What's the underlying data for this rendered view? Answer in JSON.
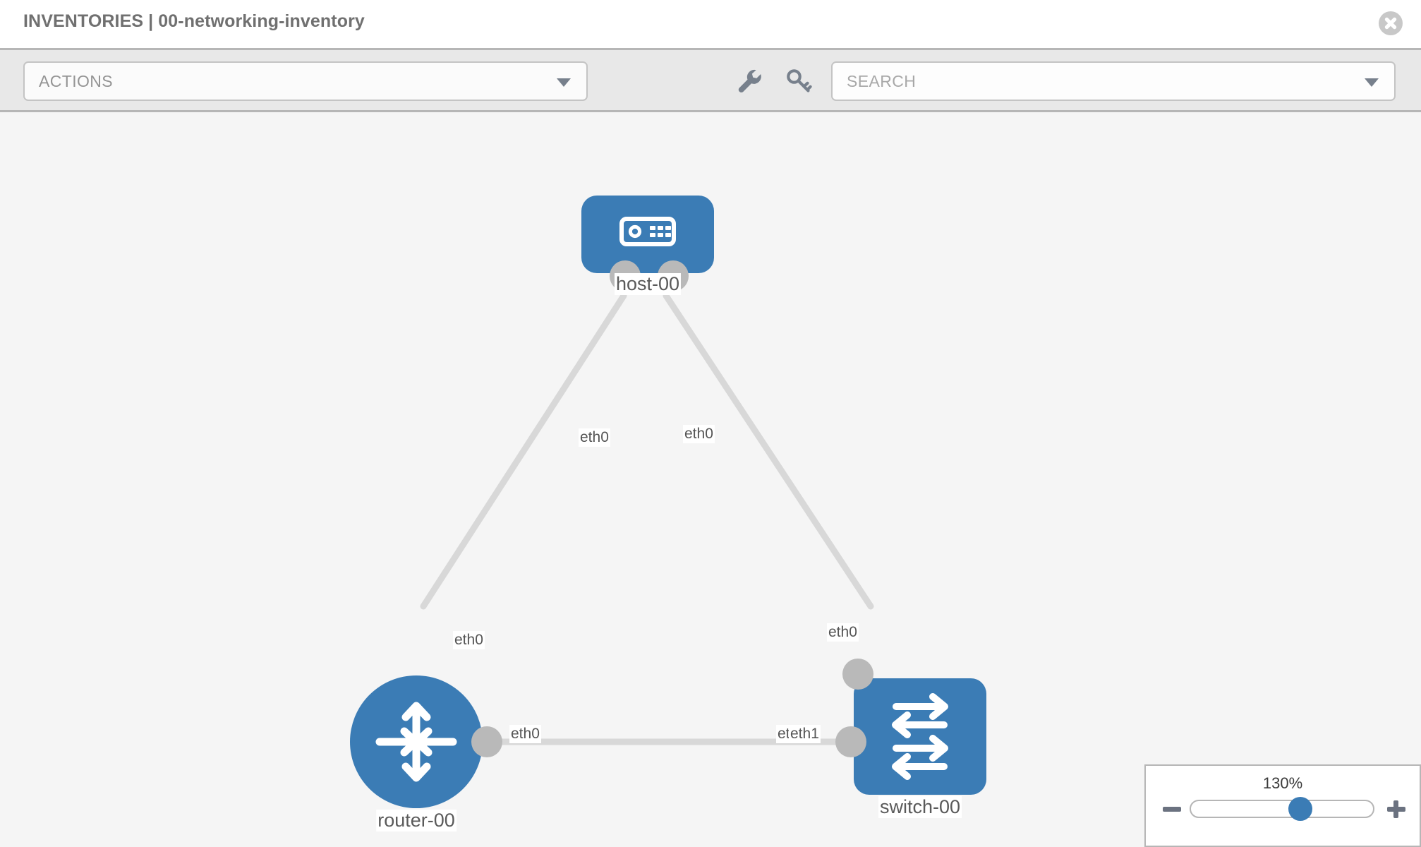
{
  "header": {
    "title": "INVENTORIES | 00-networking-inventory",
    "close_icon": "close-circle-icon"
  },
  "toolbar": {
    "actions_label": "ACTIONS",
    "actions_caret_icon": "chevron-down-icon",
    "wrench_icon": "wrench-icon",
    "key_icon": "key-icon",
    "search_placeholder": "SEARCH",
    "search_value": "",
    "search_caret_icon": "chevron-down-icon"
  },
  "topology": {
    "accent_color": "#3b7cb5",
    "port_color": "#b9b9b9",
    "link_color": "#d8d8d8",
    "canvas_color": "#f5f5f5",
    "nodes": [
      {
        "id": "host-00",
        "label": "host-00",
        "type": "host",
        "icon": "server-appliance-icon"
      },
      {
        "id": "router-00",
        "label": "router-00",
        "type": "router",
        "icon": "router-four-arrows-icon"
      },
      {
        "id": "switch-00",
        "label": "switch-00",
        "type": "switch",
        "icon": "switch-arrows-icon"
      }
    ],
    "interfaces": {
      "host_left": "eth0",
      "host_right": "eth0",
      "router_up": "eth0",
      "router_right": "eth0",
      "switch_up": "eth0",
      "switch_left_under": "eth0",
      "switch_left_over": "eth1"
    },
    "links": [
      {
        "from": "host-00",
        "from_iface": "eth0",
        "to": "router-00",
        "to_iface": "eth0"
      },
      {
        "from": "host-00",
        "from_iface": "eth0",
        "to": "switch-00",
        "to_iface": "eth0"
      },
      {
        "from": "router-00",
        "from_iface": "eth0",
        "to": "switch-00",
        "to_iface": "eth1"
      }
    ]
  },
  "zoom": {
    "value_label": "130%",
    "percent": 130,
    "thumb_position_pct": 60,
    "minus_label": "−",
    "plus_label": "+"
  }
}
